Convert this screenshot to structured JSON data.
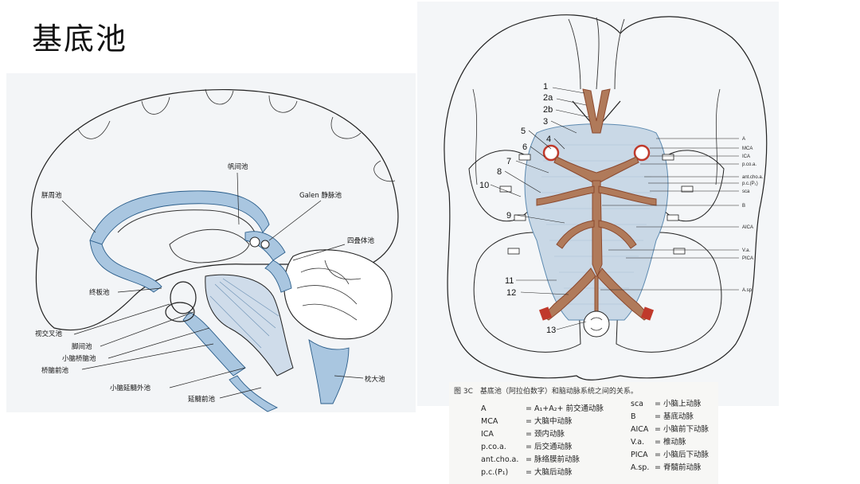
{
  "title": "基底池",
  "sagittal_labels": {
    "velum": "帆间池",
    "galen": "Galen 静脉池",
    "quadrigeminal": "四叠体池",
    "pericallosal": "胼周池",
    "lamina": "终板池",
    "chiasm": "视交叉池",
    "crural": "脚间池",
    "cp_angle": "小脑桥脑池",
    "prepontine": "桥脑前池",
    "cm_lateral": "小脑延髓外池",
    "premedullary": "延髓前池",
    "magna": "枕大池"
  },
  "basal_view": {
    "left_numbers": [
      "1",
      "2a",
      "2b",
      "3",
      "5",
      "4",
      "6",
      "7",
      "8",
      "10",
      "9",
      "11",
      "12",
      "13"
    ],
    "right_labels": [
      "A",
      "MCA",
      "ICA",
      "p.co.a.",
      "ant.cho.a.",
      "p.c.(P₁)",
      "sca",
      "B",
      "AICA",
      "V.a.",
      "PICA",
      "A.sp."
    ]
  },
  "legend": {
    "caption": "图 3C　基底池（阿拉伯数字）和脑动脉系统之间的关系。",
    "left": [
      {
        "abbr": "A",
        "def": "= A₁+A₂+ 前交通动脉"
      },
      {
        "abbr": "MCA",
        "def": "= 大脑中动脉"
      },
      {
        "abbr": "ICA",
        "def": "= 颈内动脉"
      },
      {
        "abbr": "p.co.a.",
        "def": "= 后交通动脉"
      },
      {
        "abbr": "ant.cho.a.",
        "def": "= 脉络膜前动脉"
      },
      {
        "abbr": "p.c.(P₁)",
        "def": "= 大脑后动脉"
      }
    ],
    "right": [
      {
        "abbr": "sca",
        "def": "= 小脑上动脉"
      },
      {
        "abbr": "B",
        "def": "= 基底动脉"
      },
      {
        "abbr": "AICA",
        "def": "= 小脑前下动脉"
      },
      {
        "abbr": "V.a.",
        "def": "= 椎动脉"
      },
      {
        "abbr": "PICA",
        "def": "= 小脑后下动脉"
      },
      {
        "abbr": "A.sp.",
        "def": "= 脊髓前动脉"
      }
    ]
  },
  "colors": {
    "csf": "#8fb4d6",
    "artery": "#b07a5a",
    "line": "#222222"
  }
}
